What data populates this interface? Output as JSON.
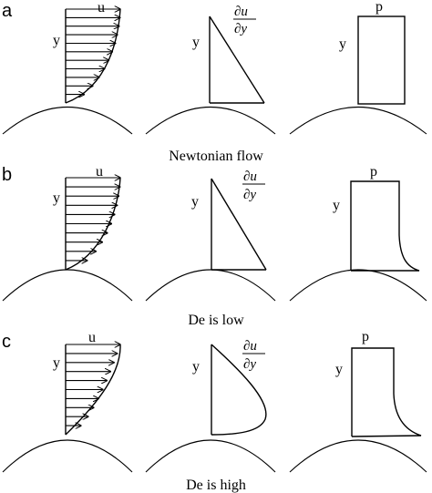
{
  "panels": [
    {
      "letter": "a",
      "caption": "Newtonian flow",
      "u_label": "u",
      "y_label": "y",
      "grad_num": "∂u",
      "grad_den": "∂y",
      "p_label": "p"
    },
    {
      "letter": "b",
      "caption": "De is low",
      "u_label": "u",
      "y_label": "y",
      "grad_num": "∂u",
      "grad_den": "∂y",
      "p_label": "p"
    },
    {
      "letter": "c",
      "caption": "De is high",
      "u_label": "u",
      "y_label": "y",
      "grad_num": "∂u",
      "grad_den": "∂y",
      "p_label": "p"
    }
  ]
}
